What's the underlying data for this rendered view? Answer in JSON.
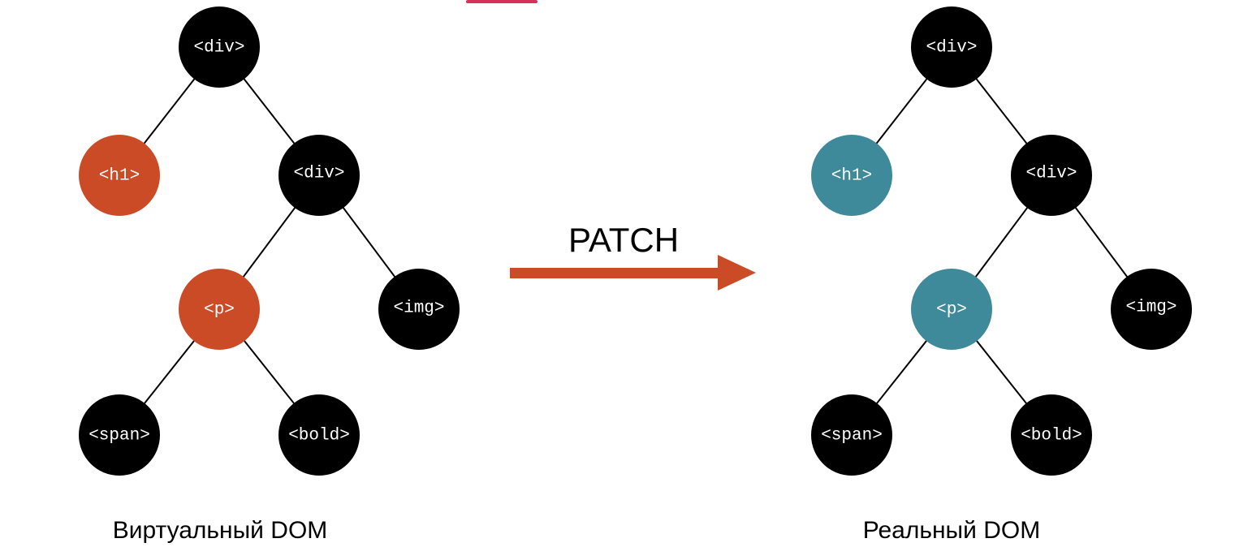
{
  "colors": {
    "default_node": "#000000",
    "virtual_highlight": "#cc4b27",
    "real_highlight": "#3e8a9b",
    "arrow": "#cc4b27",
    "edge": "#000000"
  },
  "trees": {
    "virtual": {
      "caption": "Виртуальный DOM",
      "nodes": {
        "root": {
          "label": "<div>"
        },
        "h1": {
          "label": "<h1>"
        },
        "div2": {
          "label": "<div>"
        },
        "p": {
          "label": "<p>"
        },
        "img": {
          "label": "<img>"
        },
        "span": {
          "label": "<span>"
        },
        "bold": {
          "label": "<bold>"
        }
      },
      "highlighted": [
        "h1",
        "p"
      ]
    },
    "real": {
      "caption": "Реальный DOM",
      "nodes": {
        "root": {
          "label": "<div>"
        },
        "h1": {
          "label": "<h1>"
        },
        "div2": {
          "label": "<div>"
        },
        "p": {
          "label": "<p>"
        },
        "img": {
          "label": "<img>"
        },
        "span": {
          "label": "<span>"
        },
        "bold": {
          "label": "<bold>"
        }
      },
      "highlighted": [
        "h1",
        "p"
      ]
    }
  },
  "arrow": {
    "label": "PATCH"
  }
}
